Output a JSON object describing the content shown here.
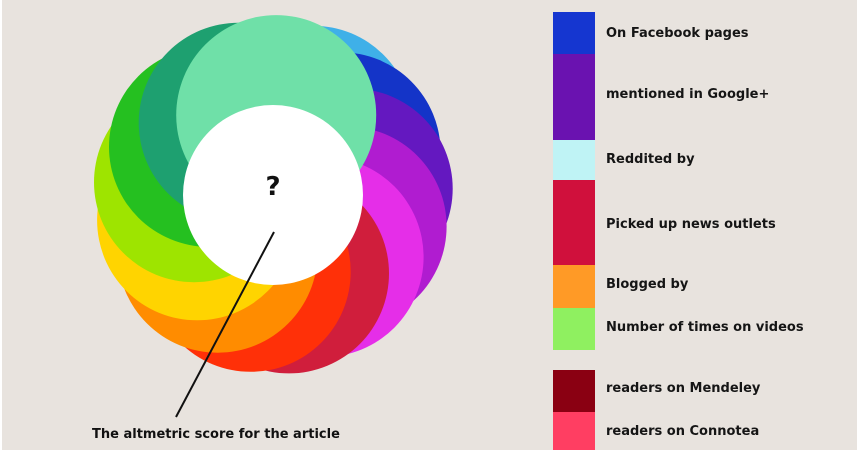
{
  "diagram": {
    "center_text": "?",
    "caption": "The altmetric score for the article",
    "ring_colors": [
      "#3fb0e8",
      "#1434c8",
      "#6418c0",
      "#b01cd0",
      "#e52ee8",
      "#d01e3c",
      "#ff3008",
      "#ff8c00",
      "#ffd400",
      "#9ee400",
      "#25c020",
      "#1ea070",
      "#6fe0a8"
    ]
  },
  "legend": {
    "items": [
      {
        "label": "On Facebook pages",
        "color": "#1536d0"
      },
      {
        "label": "mentioned in Google+",
        "color": "#6a12b0"
      },
      {
        "label": "Reddited by",
        "color": "#bff3f5"
      },
      {
        "label": "Picked up news outlets",
        "color": "#d0103c"
      },
      {
        "label": "Blogged by",
        "color": "#ff9a26"
      },
      {
        "label": "Number of times on videos",
        "color": "#8ff060"
      },
      {
        "label": "readers on Mendeley",
        "color": "#8a0012"
      },
      {
        "label": "readers on Connotea",
        "color": "#ff3e62"
      }
    ]
  }
}
